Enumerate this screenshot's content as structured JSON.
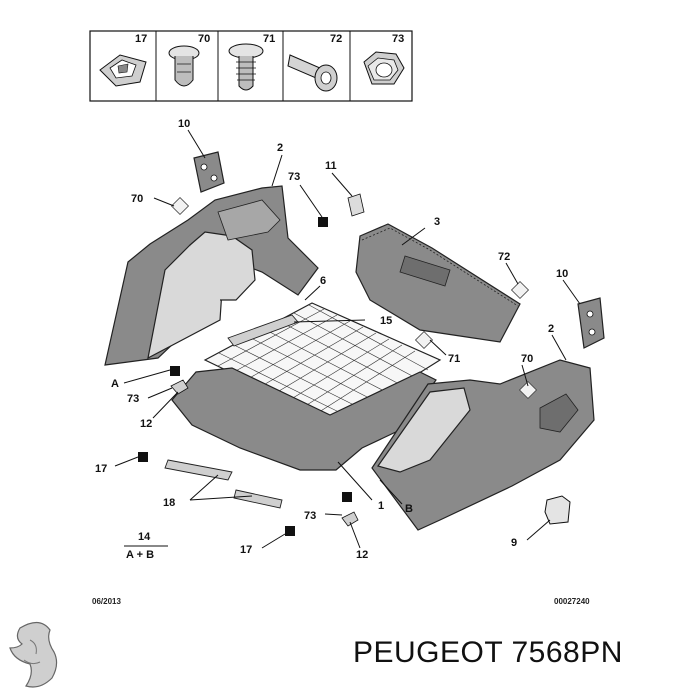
{
  "fastener_table": {
    "cells": [
      "17",
      "70",
      "71",
      "72",
      "73"
    ]
  },
  "callouts": {
    "p10a": "10",
    "p2a": "2",
    "p73a": "73",
    "p11": "11",
    "p3": "3",
    "p70a": "70",
    "p6": "6",
    "p72": "72",
    "p10b": "10",
    "p15": "15",
    "p2b": "2",
    "p71": "71",
    "p70b": "70",
    "pA": "A",
    "p73b": "73",
    "p12a": "12",
    "p17a": "17",
    "p1": "1",
    "pB": "B",
    "p18": "18",
    "p73c": "73",
    "p9": "9",
    "p12b": "12",
    "p17b": "17"
  },
  "legend": {
    "number": "14",
    "formula": "A + B"
  },
  "footer": {
    "date": "06/2013",
    "ref": "00027240"
  },
  "brand": {
    "text": "PEUGEOT 7568PN"
  },
  "colors": {
    "part_dark": "#8a8a8a",
    "part_light": "#d9d9d9",
    "ink": "#111111"
  }
}
